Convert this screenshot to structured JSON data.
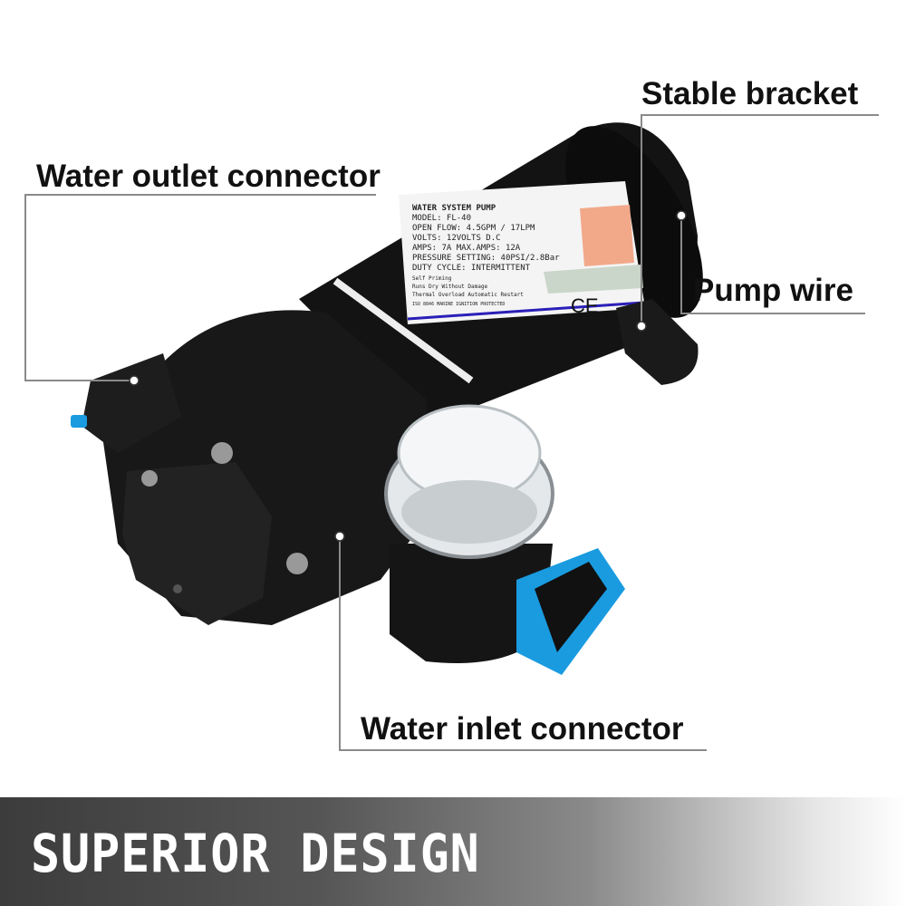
{
  "callouts": {
    "stable_bracket": "Stable bracket",
    "water_outlet": "Water outlet connector",
    "pump_wire": "Pump wire",
    "water_inlet": "Water inlet connector"
  },
  "banner": {
    "text": "SUPERIOR DESIGN"
  },
  "product_label": {
    "title": "WATER SYSTEM PUMP",
    "model": "MODEL: FL-40",
    "open_flow": "OPEN FLOW: 4.5GPM / 17LPM",
    "volts": "VOLTS: 12VOLTS D.C",
    "amps": "AMPS: 7A   MAX.AMPS: 12A",
    "pressure": "PRESSURE SETTING: 40PSI/2.8Bar",
    "duty": "DUTY CYCLE: INTERMITTENT",
    "features": [
      "Self Priming",
      "Runs Dry Without Damage",
      "Thermal Overload Automatic Restart"
    ],
    "cert": "ISO 8846 MARINE IGNITION PROTECTED",
    "ce_mark": "CE"
  },
  "colors": {
    "pump_body": "#111111",
    "accent_blue": "#1a9be0",
    "label_stripe": "#2a1fb8",
    "banner_dark": "#3c3c3c"
  }
}
